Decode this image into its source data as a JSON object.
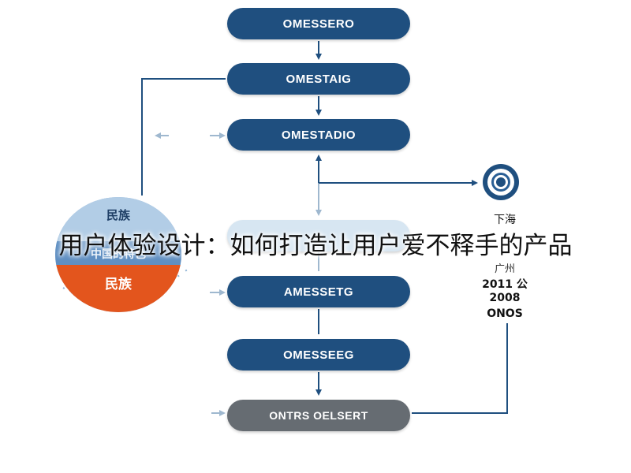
{
  "headline": "用户体验设计：如何打造让用户爱不释手的产品",
  "nodes": [
    {
      "label": "OMESSERO",
      "style": "dark"
    },
    {
      "label": "OMESTAIG",
      "style": "dark"
    },
    {
      "label": "OMESTADIO",
      "style": "dark"
    },
    {
      "label": "",
      "style": "faded"
    },
    {
      "label": "AMESSETG",
      "style": "dark"
    },
    {
      "label": "OMESSEEG",
      "style": "dark"
    },
    {
      "label": "ONTRS OELSERT",
      "style": "grey"
    }
  ],
  "badge": {
    "line_1": "民族",
    "line_2": "中国的特色",
    "line_3": "民族"
  },
  "side_notes": [
    "下海",
    "广州",
    "2011 公",
    "2008",
    "ONOS"
  ],
  "colors": {
    "node_dark": "#1f4f7f",
    "node_grey": "#666c72",
    "connector": "#1f4f7f",
    "badge_orange": "#e3551d",
    "badge_blue": "#8fb3d6"
  }
}
